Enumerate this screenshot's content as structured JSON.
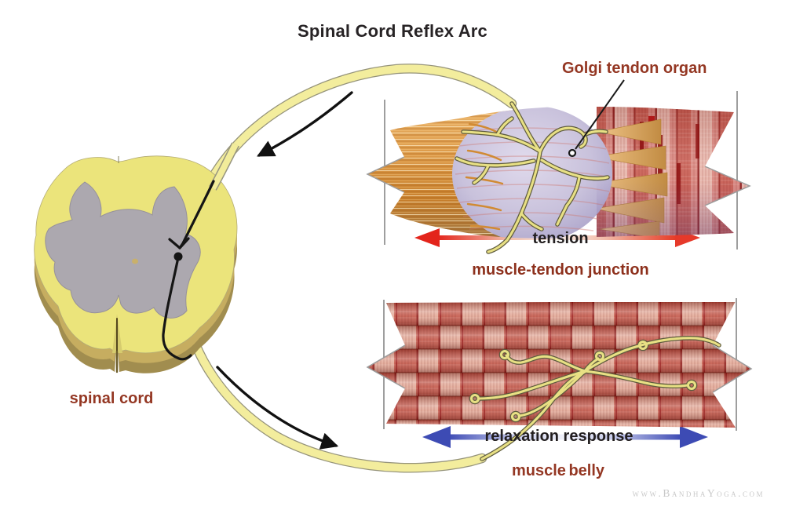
{
  "title": "Spinal Cord Reflex Arc",
  "labels": {
    "golgi_tendon_organ": "Golgi tendon organ",
    "tension": "tension",
    "muscle_tendon_junction": "muscle-tendon junction",
    "relaxation_response": "relaxation response",
    "muscle_belly": "muscle belly",
    "spinal_cord": "spinal cord"
  },
  "watermark": "www.BandhaYoga.com",
  "colors": {
    "label_red": "#943723",
    "title_black": "#272325",
    "tension_arrow_red": "#E3241B",
    "relaxation_arrow_blue": "#3D4BB4",
    "nerve_arc_yellow": "#F3ED9D",
    "nerve_fiber_yellow": "#EDE58A",
    "spinal_cord_yellow": "#EBE47B",
    "gray_matter": "#ACA8AF",
    "tendon_orange": "#DD9B4A",
    "aponeurosis_lavender": "#C9C2DC",
    "muscle_red": "#C05648",
    "watermark_gray": "#C9C9C9"
  }
}
